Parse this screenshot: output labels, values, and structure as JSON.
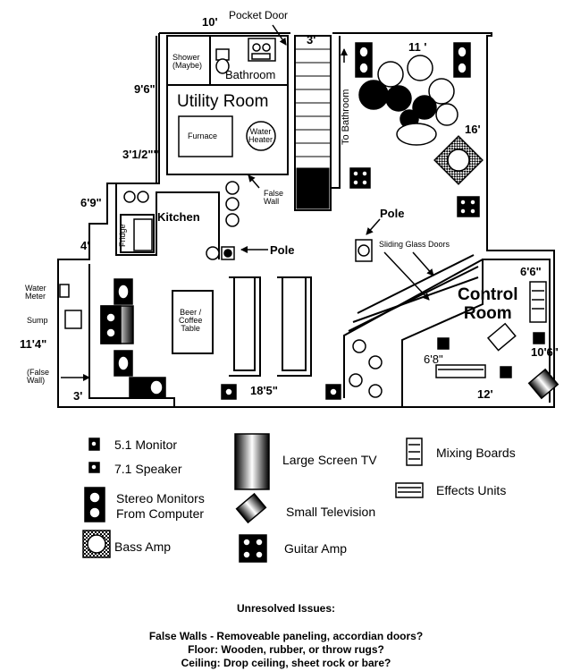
{
  "rooms": {
    "bathroom": "Bathroom",
    "shower": "Shower\n(Maybe)",
    "utility_room": "Utility Room",
    "furnace": "Furnace",
    "water_heater": "Water\nHeater",
    "kitchen": "Kitchen",
    "fridge": "Fridge",
    "control_room": "Control\nRoom",
    "beer_table": "Beer /\nCoffee\nTable"
  },
  "annotations": {
    "pocket_door": "Pocket Door",
    "to_bathroom": "To Bathroom",
    "false_wall_stairs": "False\nWall",
    "pole_1": "Pole",
    "pole_2": "Pole",
    "sliding_glass_doors": "Sliding Glass Doors",
    "water_meter": "Water\nMeter",
    "sump": "Sump",
    "false_wall_left": "(False\nWall)"
  },
  "dimensions": {
    "d_10ft": "10'",
    "d_3ft_stairs": "3'",
    "d_11ft": "11 '",
    "d_9_6": "9'6\"",
    "d_16ft": "16'",
    "d_3_1_2": "3'1/2\"\"",
    "d_6_9": "6'9\"",
    "d_4ft": "4'",
    "d_11_4": "11'4\"",
    "d_3ft_bottom": "3'",
    "d_18_5": "18'5\"",
    "d_6_6": "6'6\"",
    "d_6_8": "6'8\"",
    "d_10_6": "10'6\"",
    "d_12ft": "12'"
  },
  "legend": {
    "monitor_51": "5.1 Monitor",
    "speaker_71": "7.1 Speaker",
    "stereo_monitors": "Stereo Monitors\nFrom Computer",
    "bass_amp": "Bass Amp",
    "large_tv": "Large Screen TV",
    "small_tv": "Small Television",
    "guitar_amp": "Guitar Amp",
    "mixing_boards": "Mixing Boards",
    "effects_units": "Effects Units"
  },
  "issues": {
    "title": "Unresolved Issues:",
    "line1": "False Walls - Removeable paneling, accordian doors?",
    "line2": "Floor:  Wooden, rubber, or throw rugs?",
    "line3": "Ceiling: Drop ceiling, sheet rock or bare?"
  },
  "colors": {
    "ink": "#000000",
    "paper": "#ffffff"
  }
}
